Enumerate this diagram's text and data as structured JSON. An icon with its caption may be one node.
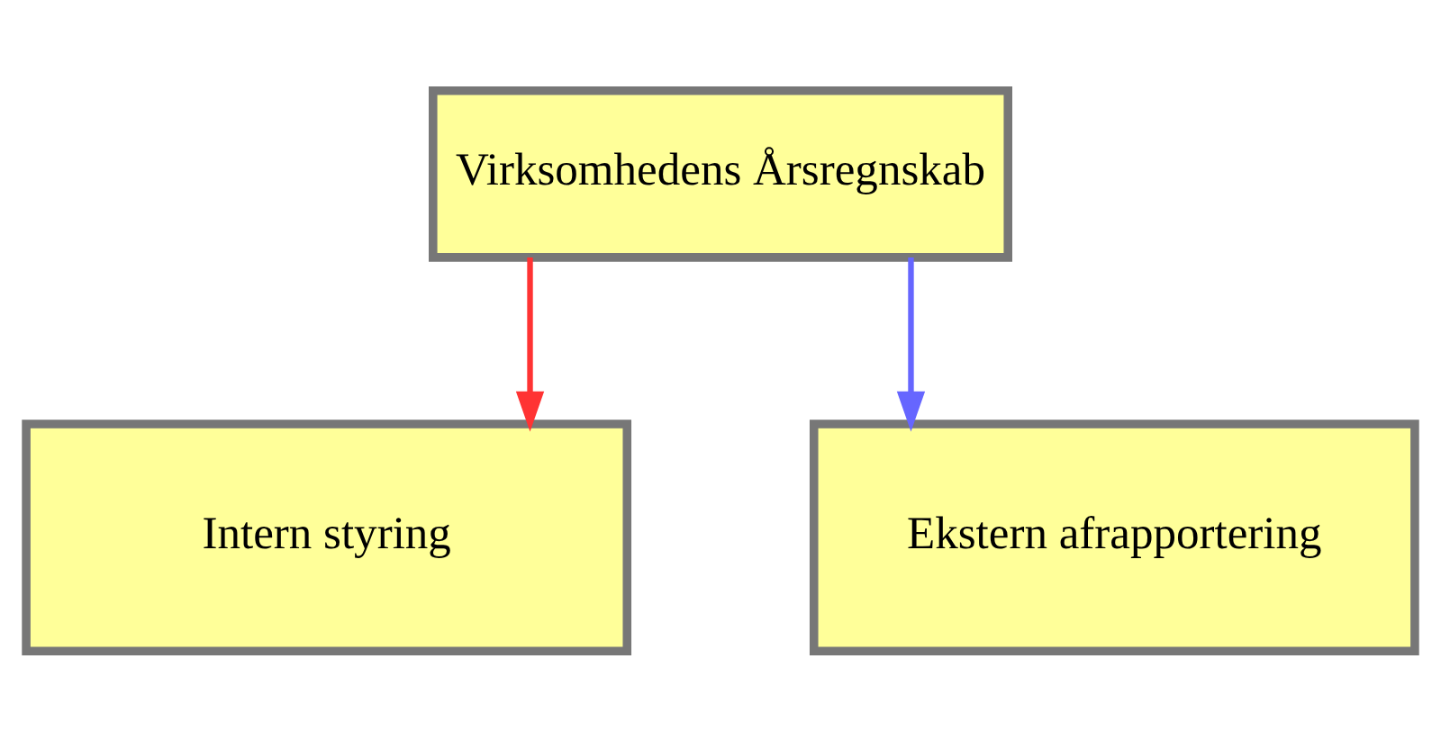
{
  "diagram": {
    "nodes": [
      {
        "text": [
          "Virksomhedens Årsregnskab"
        ]
      },
      {
        "text": [
          "Intern styring"
        ]
      },
      {
        "text": [
          "Ekstern afrapportering"
        ]
      }
    ],
    "edges": [
      {
        "from": 0,
        "to": 1,
        "arrow": "to",
        "color": "#ff3333"
      },
      {
        "from": 0,
        "to": 2,
        "arrow": "to",
        "color": "#6666ff"
      }
    ]
  }
}
